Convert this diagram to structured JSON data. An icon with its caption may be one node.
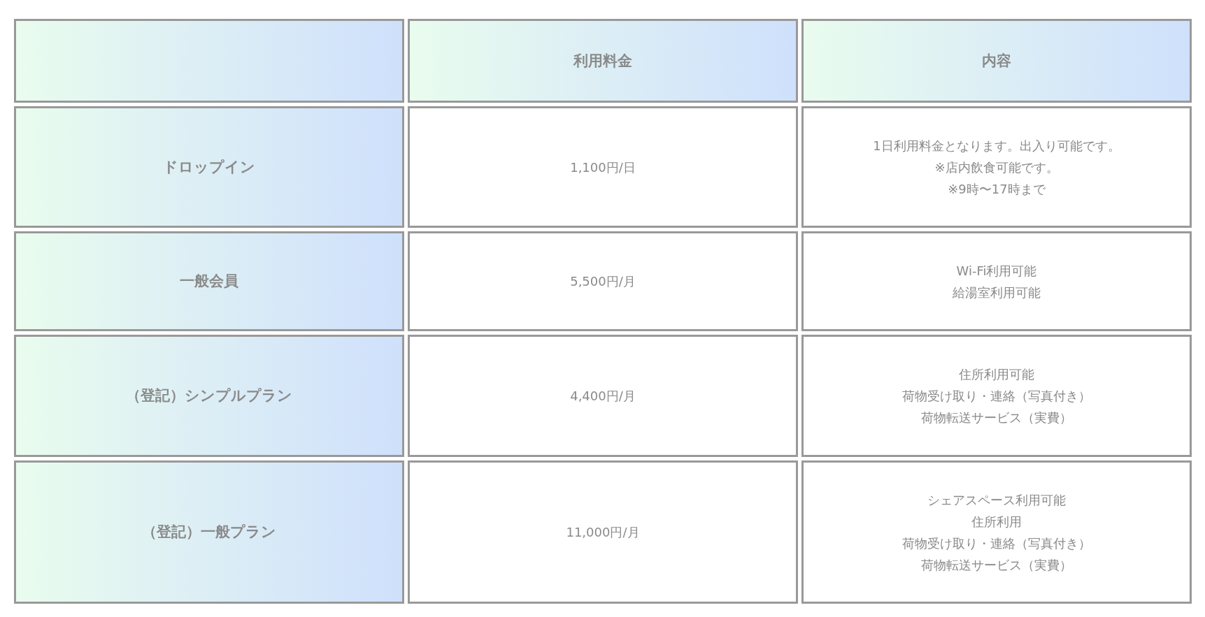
{
  "diagram": {
    "nodes": [
      {
        "text": [],
        "shape": "box"
      },
      {
        "text": [
          "利用料金"
        ]
      },
      {
        "text": [
          "内容"
        ]
      },
      {
        "text": [
          "ドロップイン"
        ]
      },
      {
        "text": [
          "1,100円/日"
        ]
      },
      {
        "text": [
          "1日利用料金となります。出入り可能です。",
          "※店内飲食可能です。",
          "※9時〜17時まで"
        ]
      },
      {
        "text": [
          "一般会員"
        ]
      },
      {
        "text": [
          "5,500円/月"
        ]
      },
      {
        "text": [
          "Wi-Fi利用可能",
          "給湯室利用可能"
        ]
      },
      {
        "text": [
          "（登記）シンプルプラン"
        ]
      },
      {
        "text": [
          "4,400円/月"
        ]
      },
      {
        "text": [
          "住所利用可能",
          "荷物受け取り・連絡（写真付き）",
          "荷物転送サービス（実費）"
        ]
      },
      {
        "text": [
          "（登記）一般プラン"
        ]
      },
      {
        "text": [
          "11,000円/月"
        ]
      },
      {
        "text": [
          "シェアスペース利用可能",
          "住所利用",
          "荷物受け取り・連絡（写真付き）",
          "荷物転送サービス（実費）"
        ]
      }
    ]
  }
}
